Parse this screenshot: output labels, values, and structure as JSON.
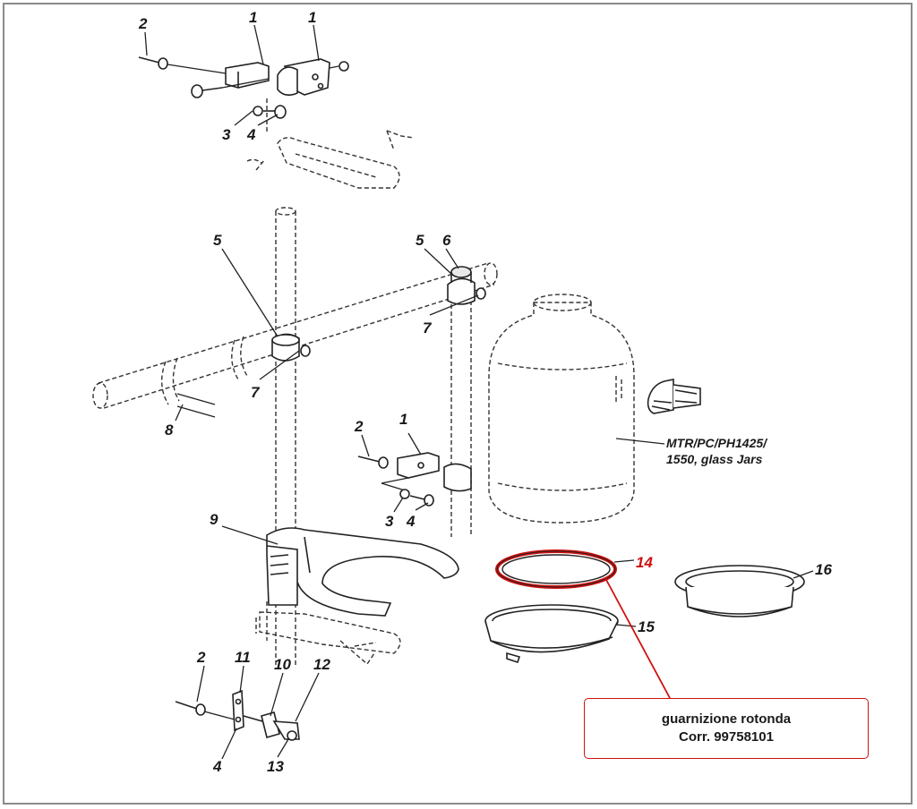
{
  "labels": {
    "top_screw": "2",
    "top_bracket_a": "1",
    "top_bracket_b": "1",
    "top_washer": "3",
    "top_bolt": "4",
    "clamp_left": "5",
    "clamp_right": "5",
    "cap": "6",
    "knob_right": "7",
    "knob_left": "7",
    "arm_tube": "8",
    "mid_screw": "2",
    "mid_bracket": "1",
    "mid_washer": "3",
    "mid_bolt": "4",
    "jar_holder": "9",
    "gasket": "14",
    "ring": "15",
    "collar": "16",
    "bottom_screw": "2",
    "bottom_plate": "11",
    "bottom_rod": "10",
    "bottom_link": "12",
    "bottom_bolt": "4",
    "bottom_nut": "13"
  },
  "jar_note": {
    "line1": "MTR/PC/PH1425/",
    "line2": "1550, glass Jars"
  },
  "callout": {
    "line1": "guarnizione rotonda",
    "line2": "Corr. 99758101"
  },
  "colors": {
    "highlight": "#d01010",
    "line": "#222222"
  }
}
